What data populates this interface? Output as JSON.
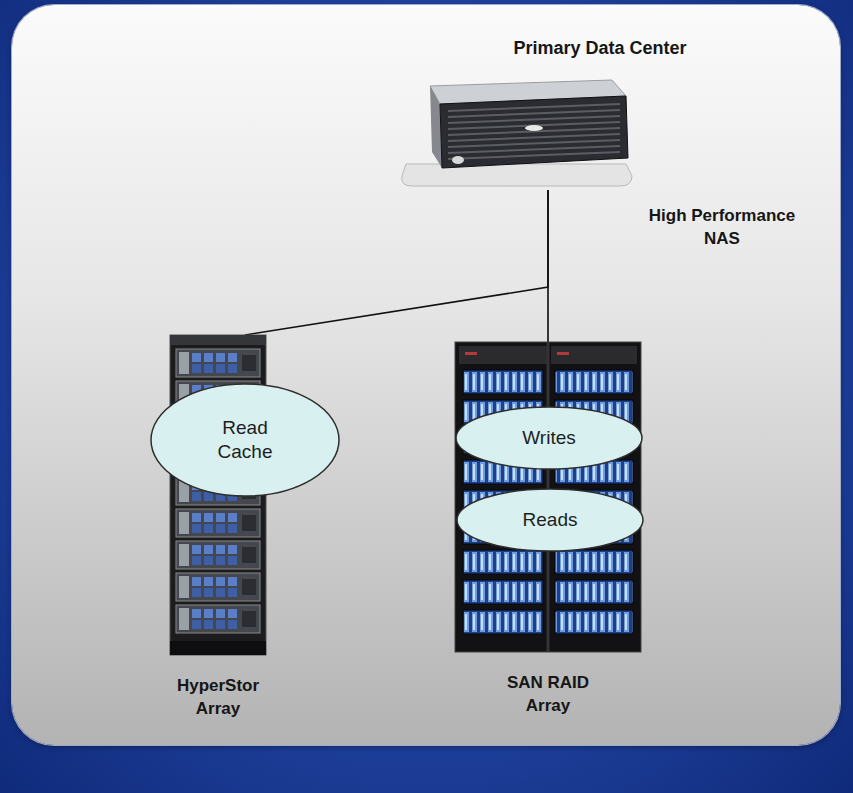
{
  "diagram": {
    "nodes": [
      {
        "text": [
          "Primary Data Center"
        ]
      },
      {
        "text": [
          "High Performance NAS"
        ],
        "in": 0
      },
      {
        "text": [
          "HyperStor Array"
        ],
        "in": 0
      },
      {
        "text": [
          "Read Cache"
        ],
        "in": 2
      },
      {
        "text": [
          "SAN RAID Array"
        ],
        "in": 0
      },
      {
        "text": [
          "Writes"
        ],
        "in": 4
      },
      {
        "text": [
          "Reads"
        ],
        "in": 4
      }
    ],
    "edges": [
      {
        "from": 1,
        "to": 2,
        "arrow": "none"
      },
      {
        "from": 1,
        "to": 4,
        "arrow": "none"
      }
    ]
  }
}
